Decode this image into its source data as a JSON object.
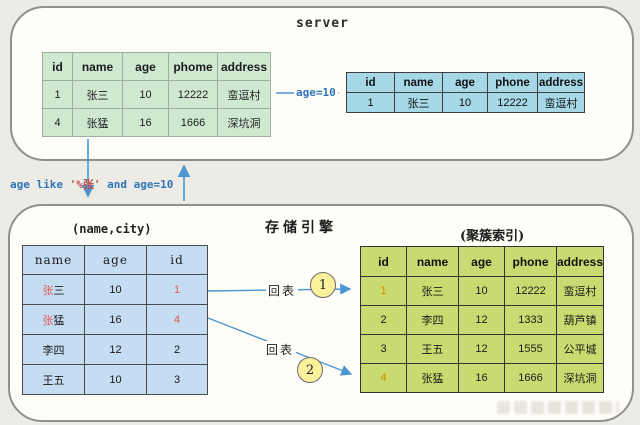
{
  "panel_top": {
    "title": "server",
    "query_table": {
      "headers": [
        "id",
        "name",
        "age",
        "phome",
        "address"
      ],
      "rows": [
        [
          "1",
          "张三",
          "10",
          "12222",
          "蛮逗村"
        ],
        [
          "4",
          "张猛",
          "16",
          "1666",
          "深坑洞"
        ]
      ]
    },
    "arrow_label": "age=10",
    "result_table": {
      "headers": [
        "id",
        "name",
        "age",
        "phone",
        "address"
      ],
      "rows": [
        [
          "1",
          "张三",
          "10",
          "12222",
          "蛮逗村"
        ]
      ]
    }
  },
  "between": {
    "sql_prefix": "age like ",
    "sql_pattern": "'%张'",
    "sql_suffix": " and age=10"
  },
  "panel_bottom": {
    "title": "存储引擎",
    "secondary_index": {
      "label": "(name,city)",
      "headers": [
        "name",
        "age",
        "id"
      ],
      "rows": [
        {
          "name_hl": "张",
          "name_rest": "三",
          "age": "10",
          "id": "1"
        },
        {
          "name_hl": "张",
          "name_rest": "猛",
          "age": "16",
          "id": "4"
        },
        {
          "name_hl": "",
          "name_rest": "李四",
          "age": "12",
          "id": "2"
        },
        {
          "name_hl": "",
          "name_rest": "王五",
          "age": "10",
          "id": "3"
        }
      ]
    },
    "clustered_index": {
      "label": "(聚簇索引)",
      "headers": [
        "id",
        "name",
        "age",
        "phone",
        "address"
      ],
      "rows": [
        [
          "1",
          "张三",
          "10",
          "12222",
          "蛮逗村"
        ],
        [
          "2",
          "李四",
          "12",
          "1333",
          "葫芦镇"
        ],
        [
          "3",
          "王五",
          "12",
          "1555",
          "公平城"
        ],
        [
          "4",
          "张猛",
          "16",
          "1666",
          "深坑洞"
        ]
      ]
    },
    "back_lookup": {
      "label": "回表",
      "step1": "1",
      "step2": "2"
    }
  },
  "colors": {
    "arrow_blue": "#4a96d2",
    "sql_blue": "#2e75b6",
    "sql_red": "#c0504d",
    "highlight_red": "#e05a5a",
    "highlight_orange": "#cf8a00",
    "green_light": "#cfe9d0",
    "green_dark": "#c9db70",
    "blue_cyan": "#a6d8e7",
    "blue_light": "#c5ddf2",
    "circle_yellow": "#fbf09c"
  }
}
